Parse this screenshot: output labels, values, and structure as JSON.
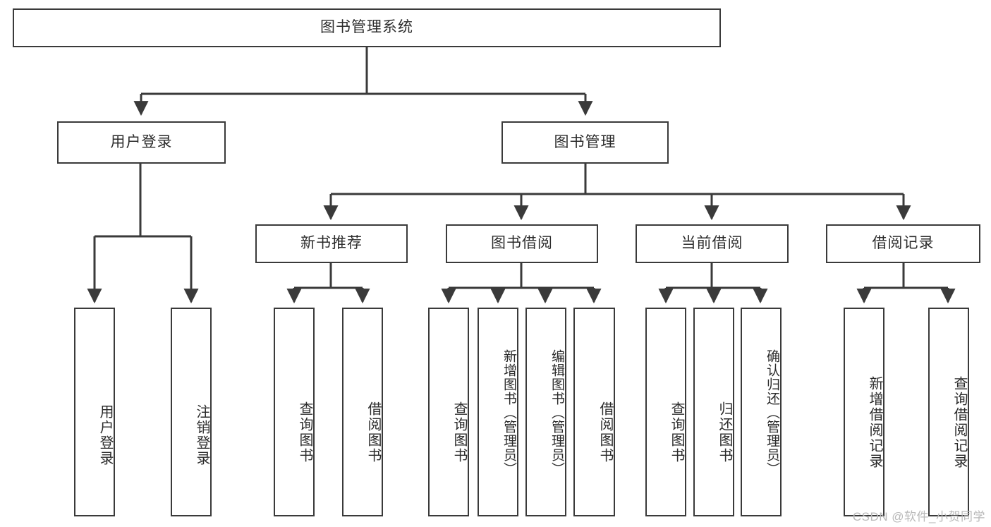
{
  "diagram": {
    "type": "tree",
    "title": "图书管理系统",
    "orientation": "top-down",
    "style": {
      "box_border_color": "#3a3a3a",
      "box_fill_color": "#ffffff",
      "text_color": "#2b2b2b",
      "connector_color": "#3a3a3a",
      "background": "#ffffff"
    },
    "levels": {
      "root": {
        "label": "图书管理系统"
      },
      "level2": [
        {
          "label": "用户登录"
        },
        {
          "label": "图书管理"
        }
      ],
      "level3": [
        {
          "label": "新书推荐",
          "parent": "图书管理"
        },
        {
          "label": "图书借阅",
          "parent": "图书管理"
        },
        {
          "label": "当前借阅",
          "parent": "图书管理"
        },
        {
          "label": "借阅记录",
          "parent": "图书管理"
        }
      ],
      "leaves": [
        {
          "label": "用户登录",
          "parent": "用户登录"
        },
        {
          "label": "注销登录",
          "parent": "用户登录"
        },
        {
          "label": "查询图书",
          "parent": "新书推荐"
        },
        {
          "label": "借阅图书",
          "parent": "新书推荐"
        },
        {
          "label": "查询图书",
          "parent": "图书借阅"
        },
        {
          "label": "新增图书（管理员）",
          "parent": "图书借阅"
        },
        {
          "label": "编辑图书（管理员）",
          "parent": "图书借阅"
        },
        {
          "label": "借阅图书",
          "parent": "图书借阅"
        },
        {
          "label": "查询图书",
          "parent": "当前借阅"
        },
        {
          "label": "归还图书",
          "parent": "当前借阅"
        },
        {
          "label": "确认归还（管理员）",
          "parent": "当前借阅"
        },
        {
          "label": "新增借阅记录",
          "parent": "借阅记录"
        },
        {
          "label": "查询借阅记录",
          "parent": "借阅记录"
        }
      ]
    },
    "watermark": "CSDN @软件_小贺同学"
  }
}
